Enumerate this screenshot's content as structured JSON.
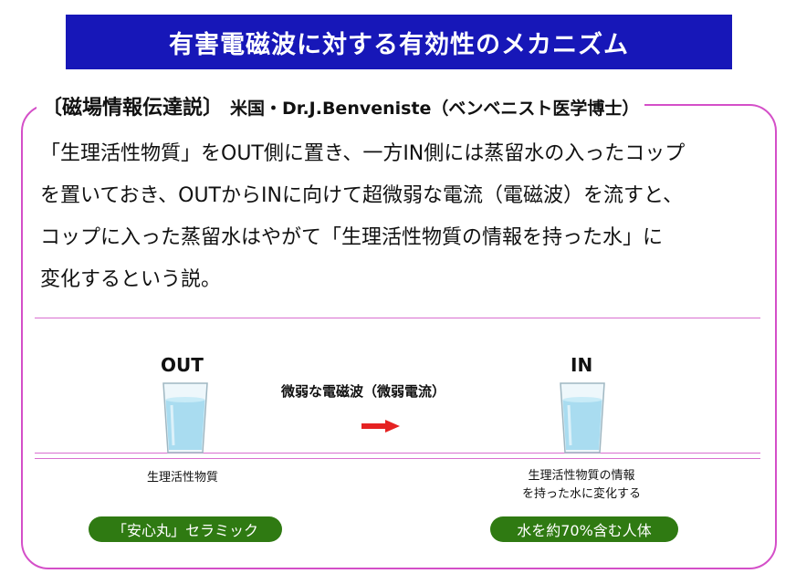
{
  "title": "有害電磁波に対する有効性のメカニズム",
  "section": {
    "topic": "〔磁場情報伝達説〕",
    "source": "米国・Dr.J.Benveniste（ベンベニスト医学博士）"
  },
  "description": [
    "「生理活性物質」をOUT側に置き、一方IN側には蒸留水の入ったコップ",
    "を置いておき、OUTからINに向けて超微弱な電流（電磁波）を流すと、",
    "コップに入った蒸留水はやがて「生理活性物質の情報を持った水」に",
    "変化するという説。"
  ],
  "diagram": {
    "out_label": "OUT",
    "in_label": "IN",
    "current_label": "微弱な電磁波（微弱電流）",
    "out_caption": "生理活性物質",
    "in_caption": [
      "生理活性物質の情報",
      "を持った水に変化する"
    ],
    "out_pill": "「安心丸」セラミック",
    "in_pill": "水を約70%含む人体",
    "colors": {
      "title_bg": "#1717b8",
      "frame": "#d44fc8",
      "pill_bg": "#2f7a12",
      "arrow": "#e52222",
      "water": "#a9dcf0"
    }
  }
}
